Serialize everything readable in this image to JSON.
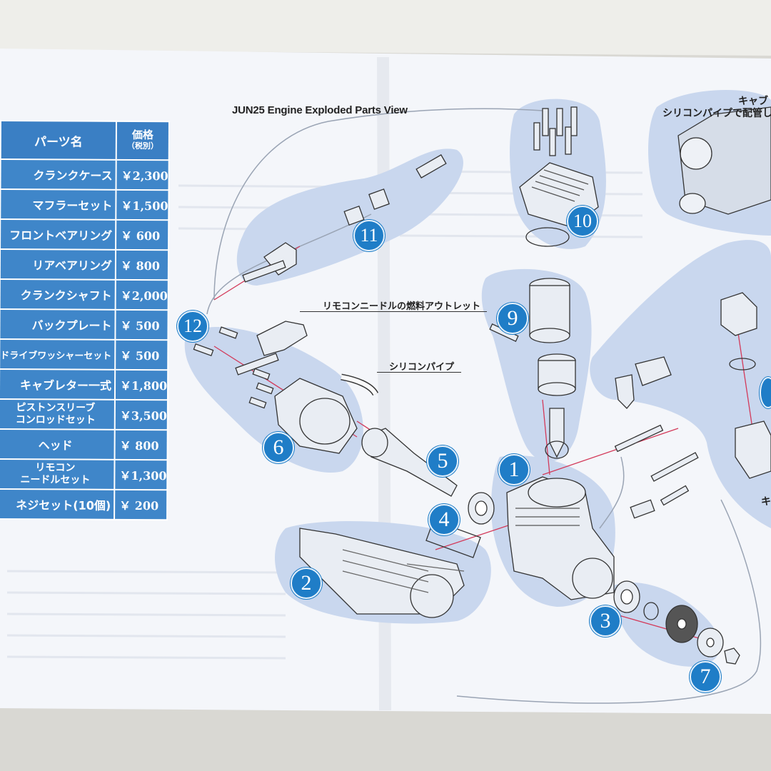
{
  "title": "JUN25 Engine Exploded Parts View",
  "table": {
    "header_name": "パーツ名",
    "header_price": "価格",
    "header_price_note": "（税別）",
    "rows": [
      {
        "name": "クランクケース",
        "price": "￥2,300"
      },
      {
        "name": "マフラーセット",
        "price": "￥1,500"
      },
      {
        "name": "フロントベアリング",
        "price": "￥ 600"
      },
      {
        "name": "リアベアリング",
        "price": "￥ 800"
      },
      {
        "name": "クランクシャフト",
        "price": "￥2,000"
      },
      {
        "name": "バックプレート",
        "price": "￥ 500"
      },
      {
        "name": "ドライブワッシャーセット",
        "price": "￥ 500"
      },
      {
        "name": "キャブレター一式",
        "price": "￥1,800"
      },
      {
        "name_line1": "ピストンスリーブ",
        "name_line2": "コンロッドセット",
        "price": "￥3,500"
      },
      {
        "name": "ヘッド",
        "price": "￥ 800"
      },
      {
        "name_line1": "リモコン",
        "name_line2": "ニードルセット",
        "price": "￥1,300"
      },
      {
        "name": "ネジセット(10個)",
        "price": "￥ 200"
      }
    ]
  },
  "callouts": {
    "needle_outlet": "リモコンニードルの燃料アウトレット",
    "silicone_pipe": "シリコンパイプ",
    "corner_top_line1": "キャブ",
    "corner_top_line2": "シリコンパイプで配管した",
    "corner_bottom": "キ"
  },
  "badges": {
    "b1": "1",
    "b2": "2",
    "b3": "3",
    "b4": "4",
    "b5": "5",
    "b6": "6",
    "b7": "7",
    "b9": "9",
    "b10": "10",
    "b11": "11",
    "b12": "12"
  },
  "colors": {
    "paper": "#f7f8fb",
    "blob": "#c9d7ee",
    "badge": "#1f7dc7",
    "table": "#3f86c9",
    "leader": "#d33a5a"
  }
}
